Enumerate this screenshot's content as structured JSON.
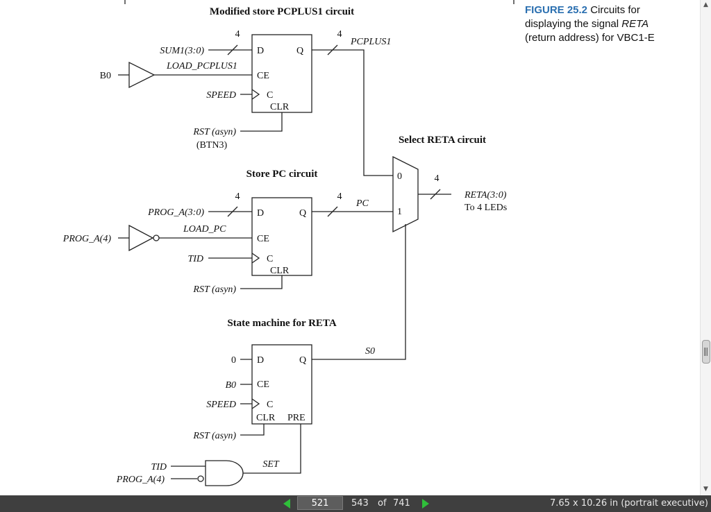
{
  "caption": {
    "figure_label": "FIGURE 25.2",
    "line1_rest": "Circuits for",
    "line2_prefix": "displaying the signal",
    "line2_signal": "RETA",
    "line3": "(return address) for VBC1-E"
  },
  "circuit1": {
    "title": "Modified store PCPLUS1 circuit",
    "input_d": "SUM1(3:0)",
    "bus_in_width": "4",
    "bus_out_width": "4",
    "output": "PCPLUS1",
    "buffer_input": "B0",
    "ce_signal": "LOAD_PCPLUS1",
    "clock": "SPEED",
    "reset": "RST (asyn)",
    "reset_note": "(BTN3)",
    "pin_d": "D",
    "pin_q": "Q",
    "pin_ce": "CE",
    "pin_c": "C",
    "pin_clr": "CLR"
  },
  "circuit2": {
    "title": "Store PC circuit",
    "input_d": "PROG_A(3:0)",
    "bus_in_width": "4",
    "bus_out_width": "4",
    "output": "PC",
    "inverter_input": "PROG_A(4)",
    "ce_signal": "LOAD_PC",
    "clock": "TID",
    "reset": "RST (asyn)",
    "pin_d": "D",
    "pin_q": "Q",
    "pin_ce": "CE",
    "pin_c": "C",
    "pin_clr": "CLR"
  },
  "mux": {
    "title": "Select RETA circuit",
    "input0": "0",
    "input1": "1",
    "out_width": "4",
    "output": "RETA(3:0)",
    "output_note": "To 4 LEDs"
  },
  "circuit3": {
    "title": "State machine for RETA",
    "input_d": "0",
    "ce": "B0",
    "clock": "SPEED",
    "reset": "RST (asyn)",
    "output": "S0",
    "set_signal": "SET",
    "gate_in1": "TID",
    "gate_in2": "PROG_A(4)",
    "pin_d": "D",
    "pin_q": "Q",
    "pin_ce": "CE",
    "pin_c": "C",
    "pin_clr": "CLR",
    "pin_pre": "PRE"
  },
  "footer": {
    "current_page": "521",
    "page_label": "543",
    "of_text": "of",
    "total_pages": "741",
    "page_size": "7.65 x 10.26 in (portrait executive)"
  }
}
